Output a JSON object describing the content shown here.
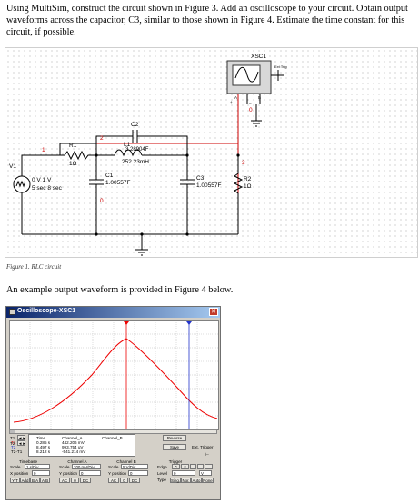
{
  "intro_paragraph": "Using MultiSim, construct the circuit shown in Figure 3.  Add an oscilloscope to your circuit. Obtain output waveforms across the capacitor, C3, similar to those shown in Figure 4.  Estimate the time constant for this circuit, if possible.",
  "figure_caption": "Figure 1. RLC circuit",
  "example_paragraph": "An example output waveform is provided in Figure 4 below.",
  "schematic": {
    "instrument": "XSC1",
    "trig_label": "Ext Trig",
    "ch_a": "A",
    "ch_b": "B",
    "plus": "+",
    "minus": "_",
    "source_name": "V1",
    "source_line1": "0 V 1 V",
    "source_line2": "5 sec 8 sec",
    "r1_name": "R1",
    "r1_value": "1Ω",
    "l1_name": "L1",
    "l1_value": "252.23mH",
    "c2_name": "C2",
    "c2_value": "3.28904F",
    "c1_name": "C1",
    "c1_value": "1.00557F",
    "c3_name": "C3",
    "c3_value": "1.00557F",
    "r2_name": "R2",
    "r2_value": "1Ω",
    "nets": [
      "1",
      "2",
      "3",
      "0",
      "0"
    ]
  },
  "scope": {
    "title": "Oscilloscope-XSC1",
    "marker_1": "T1",
    "marker_2": "T2",
    "readout_headers": [
      "Time",
      "Channel_A",
      "Channel_B"
    ],
    "readout_rows": [
      {
        "label": "T1",
        "time": "0.285 s",
        "ch_a": "442.206 mV",
        "ch_b": ""
      },
      {
        "label": "T2",
        "time": "8.497 s",
        "ch_a": "993.754 uV",
        "ch_b": ""
      },
      {
        "label": "T2-T1",
        "time": "8.212 s",
        "ch_a": "-541.214 mV",
        "ch_b": ""
      }
    ],
    "reverse_label": "Reverse",
    "save_label": "Save",
    "ext_trigger_label": "Ext. Trigger",
    "timebase": {
      "heading": "Timebase",
      "scale_label": "Scale",
      "scale_value": "1 s/Div",
      "xpos_label": "X position",
      "xpos_value": "0",
      "modes": [
        "Y/T",
        "Add",
        "B/A",
        "A/B"
      ]
    },
    "channel_a": {
      "heading": "Channel A",
      "scale_label": "Scale",
      "scale_value": "200 mV/Div",
      "ypos_label": "Y position",
      "ypos_value": "0",
      "coupling": [
        "AC",
        "0",
        "DC"
      ]
    },
    "channel_b": {
      "heading": "Channel B",
      "scale_label": "Scale",
      "scale_value": "5 V/Div",
      "ypos_label": "Y position",
      "ypos_value": "0",
      "coupling": [
        "AC",
        "0",
        "DC"
      ]
    },
    "trigger": {
      "heading": "Trigger",
      "edge_label": "Edge",
      "level_label": "Level",
      "level_value": "0",
      "unit": "V",
      "type_label": "Type",
      "types": [
        "Sing.",
        "Nor.",
        "Auto",
        "None"
      ]
    }
  }
}
